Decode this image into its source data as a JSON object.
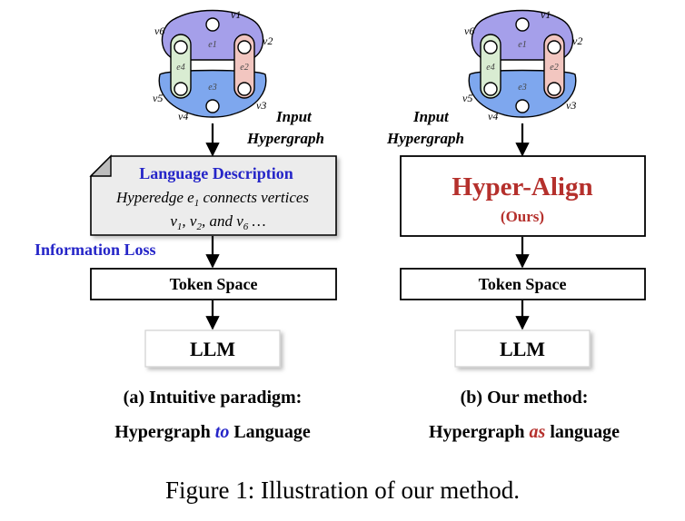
{
  "left": {
    "vertex_labels": [
      "v1",
      "v2",
      "v3",
      "v4",
      "v5",
      "v6"
    ],
    "edge_labels": [
      "e1",
      "e2",
      "e3",
      "e4"
    ],
    "input_label_line1": "Input",
    "input_label_line2": "Hypergraph",
    "lang_title": "Language Description",
    "lang_line1_pre": "Hyperedge ",
    "lang_line1_var": "e",
    "lang_line1_sub": "1",
    "lang_line1_post": " connects vertices",
    "lang_line2_a": "v",
    "lang_line2_a_sub": "1",
    "lang_line2_b": "v",
    "lang_line2_b_sub": "2",
    "lang_line2_and": "and ",
    "lang_line2_c": "v",
    "lang_line2_c_sub": "6",
    "lang_line2_tail": "…",
    "info_loss": "Information Loss",
    "token_space": "Token Space",
    "llm": "LLM",
    "caption_line1": "(a) Intuitive paradigm:",
    "caption_line2_pre": "Hypergraph ",
    "caption_line2_em": "to",
    "caption_line2_post": " Language"
  },
  "right": {
    "vertex_labels": [
      "v1",
      "v2",
      "v3",
      "v4",
      "v5",
      "v6"
    ],
    "edge_labels": [
      "e1",
      "e2",
      "e3",
      "e4"
    ],
    "input_label_line1": "Input",
    "input_label_line2": "Hypergraph",
    "method_name": "Hyper-Align",
    "method_tag": "(Ours)",
    "token_space": "Token Space",
    "llm": "LLM",
    "caption_line1": "(b) Our method:",
    "caption_line2_pre": "Hypergraph ",
    "caption_line2_em": "as",
    "caption_line2_post": " language"
  },
  "figure_caption": "Figure 1: Illustration of our method.",
  "colors": {
    "edge_purple": "#a59fea",
    "edge_blue": "#7ea7ee",
    "edge_pink": "#f2c6c0",
    "edge_green": "#d9ecd2",
    "blue_text": "#2525c8",
    "red_text": "#b5302c",
    "lang_box_fill": "#ececec"
  }
}
